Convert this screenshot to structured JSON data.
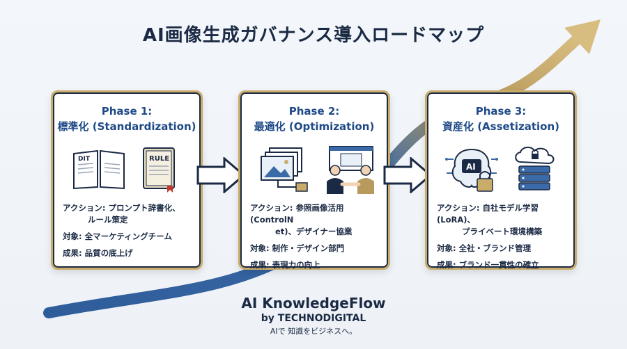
{
  "title": "AI画像生成ガバナンス導入ロードマップ",
  "phases": [
    {
      "heading": "Phase 1:",
      "subheading": "標準化 (Standardization)",
      "icon_labels": [
        "DIT",
        "RULE"
      ],
      "lines": [
        "アクション: プロンプト辞書化、",
        "ルール策定",
        "対象: 全マーケティングチーム",
        "成果: 品質の底上げ"
      ]
    },
    {
      "heading": "Phase 2:",
      "subheading": "最適化 (Optimization)",
      "icon_labels": [],
      "lines": [
        "アクション: 参照画像活用(ControlN",
        "et)、デザイナー協業",
        "対象: 制作・デザイン部門",
        "成果: 表現力の向上"
      ]
    },
    {
      "heading": "Phase 3:",
      "subheading": "資産化 (Assetization)",
      "icon_labels": [
        "AI"
      ],
      "lines": [
        "アクション: 自社モデル学習(LoRA)、",
        "プライベート環境構築",
        "対象: 全社・ブランド管理",
        "成果: ブランド一貫性の確立"
      ]
    }
  ],
  "brand": {
    "name": "AI KnowledgeFlow",
    "by": "by TECHNODIGITAL",
    "tagline": "AIで 知識をビジネスへ。"
  },
  "colors": {
    "navy": "#1b2a44",
    "gold": "#c9ab6a",
    "blue": "#2f5d9a",
    "heading": "#1f4a86"
  }
}
